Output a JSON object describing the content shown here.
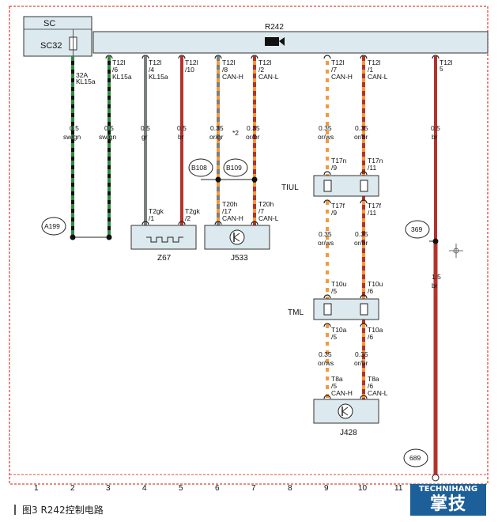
{
  "caption": "图3   R242控制电路",
  "logo": {
    "top": "TECHNIHANG",
    "bottom": "掌技"
  },
  "blocks": {
    "sc_title": "SC",
    "sc_fuse": "SC32",
    "r242": "R242",
    "z67": "Z67",
    "j533": "J533",
    "j428": "J428",
    "tiul": "TIUL",
    "tml": "TML"
  },
  "connectors": {
    "c2_pin": "32A",
    "c2_sig": "KL15a",
    "c3_pin1": "T12l",
    "c3_pin2": "/6",
    "c3_sig": "KL15a",
    "c4_pin1": "T12l",
    "c4_pin2": "/4",
    "c4_sig": "KL15a",
    "c5_pin1": "T12l",
    "c5_pin2": "/10",
    "c6_pin1": "T12l",
    "c6_pin2": "/8",
    "c6_sig": "CAN-H",
    "c7_pin1": "T12l",
    "c7_pin2": "/2",
    "c7_sig": "CAN-L",
    "c9_pin1": "T12l",
    "c9_pin2": "/7",
    "c9_sig": "CAN-H",
    "c10_pin1": "T12l",
    "c10_pin2": "/1",
    "c10_sig": "CAN-L",
    "c12_pin1": "T12l",
    "c12_pin2": "5",
    "t17n_9": "T17n",
    "t17n_9b": "/9",
    "t17n_11": "T17n",
    "t17n_11b": "/11",
    "t17f_9": "T17f",
    "t17f_9b": "/9",
    "t17f_11": "T17f",
    "t17f_11b": "/11",
    "t10u_5": "T10u",
    "t10u_5b": "/5",
    "t10u_6": "T10u",
    "t10u_6b": "/6",
    "t10a_5": "T10a",
    "t10a_5b": "/5",
    "t10a_6": "T10a",
    "t10a_6b": "/6",
    "t8a_5": "T8a",
    "t8a_5b": "/5",
    "t8a_5s": "CAN-H",
    "t8a_6": "T8a",
    "t8a_6b": "/6",
    "t8a_6s": "CAN-L",
    "t2gk_1": "T2gk",
    "t2gk_1b": "/1",
    "t2gk_2": "T2gk",
    "t2gk_2b": "/2",
    "t20h_17": "T20h",
    "t20h_17b": "/17",
    "t20h_17s": "CAN-H",
    "t20h_7": "T20h",
    "t20h_7b": "/7",
    "t20h_7s": "CAN-L"
  },
  "wires": {
    "w2_size": "0.5",
    "w2_color": "sw/gn",
    "w3_size": "0.5",
    "w3_color": "sw/gn",
    "w4_size": "0.5",
    "w4_color": "gr",
    "w5_size": "0.5",
    "w5_color": "br",
    "w6_size": "0.35",
    "w6_color": "or/gr",
    "w7_size": "0.35",
    "w7_color": "or/br",
    "w9_size": "0.35",
    "w9_color": "or/ws",
    "w10_size": "0.35",
    "w10_color": "or/br",
    "w12_size": "0.5",
    "w12_color": "br",
    "w9b_size": "0.35",
    "w9b_color": "or/ws",
    "w10b_size": "0.35",
    "w10b_color": "or/br",
    "w9c_size": "0.35",
    "w9c_color": "or/ws",
    "w10c_size": "0.35",
    "w10c_color": "or/br",
    "w12b_size": "1.5",
    "w12b_color": "br",
    "footnote": "*2"
  },
  "points": {
    "a199": "A199",
    "b108": "B108",
    "b109": "B109",
    "p369": "369",
    "p689": "689"
  },
  "grid": [
    "1",
    "2",
    "3",
    "4",
    "5",
    "6",
    "7",
    "8",
    "9",
    "10",
    "11"
  ],
  "colors": {
    "black": "#111111",
    "green": "#2e8b3a",
    "grey": "#7a7f80",
    "brown": "#b5322c",
    "orange": "#f39a3a",
    "white": "#ffffff",
    "block_fill": "#dce9ee",
    "frame": "#e0463c"
  }
}
